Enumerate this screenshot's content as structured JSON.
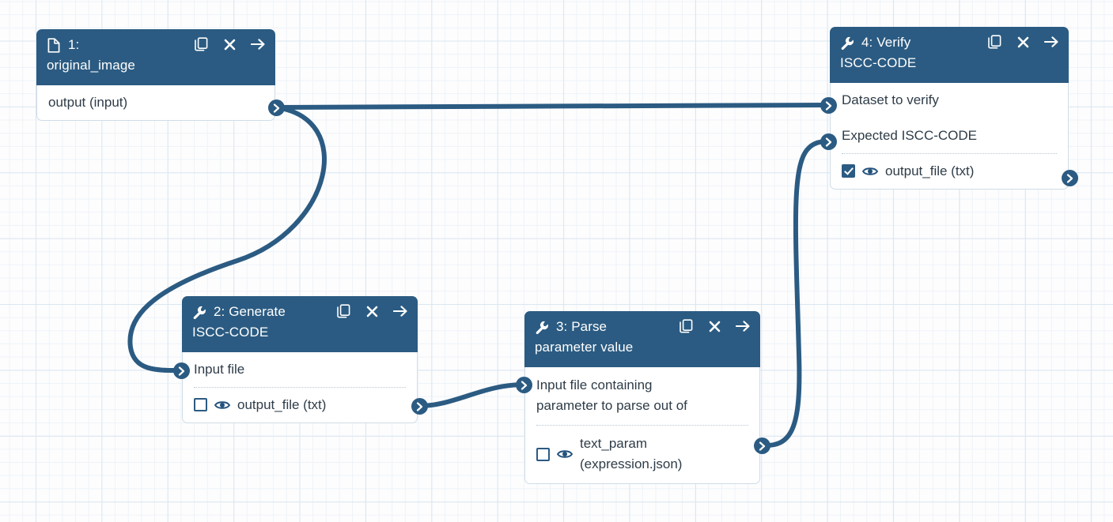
{
  "canvas": {
    "grid_minor_color": "#eef3f8",
    "grid_major_color": "#dbe6f0",
    "background": "#fdfdfe",
    "accent": "#2b5b82",
    "edge_color": "#2b5b82"
  },
  "nodes": [
    {
      "id": "node-1",
      "icon": "document-icon",
      "title_line1": "1:",
      "title_line2": "original_image",
      "actions": [
        "copy-icon",
        "close-icon",
        "arrow-right-icon"
      ],
      "inputs": [],
      "outputs": [
        {
          "label": "output (input)",
          "has_checkbox": false,
          "has_eye": false
        }
      ]
    },
    {
      "id": "node-2",
      "icon": "wrench-icon",
      "title_line1": "2: Generate",
      "title_line2": "ISCC-CODE",
      "actions": [
        "copy-icon",
        "close-icon",
        "arrow-right-icon"
      ],
      "inputs": [
        {
          "label": "Input file"
        }
      ],
      "outputs": [
        {
          "label": "output_file (txt)",
          "has_checkbox": true,
          "checked": false,
          "has_eye": true
        }
      ]
    },
    {
      "id": "node-3",
      "icon": "wrench-icon",
      "title_line1": "3: Parse",
      "title_line2": "parameter value",
      "actions": [
        "copy-icon",
        "close-icon",
        "arrow-right-icon"
      ],
      "inputs": [
        {
          "label_line1": "Input file containing",
          "label_line2": "parameter to parse out of"
        }
      ],
      "outputs": [
        {
          "label_line1": "text_param",
          "label_line2": "(expression.json)",
          "has_checkbox": true,
          "checked": false,
          "has_eye": true
        }
      ]
    },
    {
      "id": "node-4",
      "icon": "wrench-icon",
      "title_line1": "4: Verify",
      "title_line2": "ISCC-CODE",
      "actions": [
        "copy-icon",
        "close-icon",
        "arrow-right-icon"
      ],
      "inputs": [
        {
          "label": "Dataset to verify"
        },
        {
          "label": "Expected ISCC-CODE"
        }
      ],
      "outputs": [
        {
          "label": "output_file (txt)",
          "has_checkbox": true,
          "checked": true,
          "has_eye": true
        }
      ]
    }
  ],
  "edges": [
    {
      "from": "node-1.output",
      "to": "node-4.input.dataset"
    },
    {
      "from": "node-1.output",
      "to": "node-2.input.file"
    },
    {
      "from": "node-2.output",
      "to": "node-3.input.file"
    },
    {
      "from": "node-3.output",
      "to": "node-4.input.expected"
    }
  ]
}
